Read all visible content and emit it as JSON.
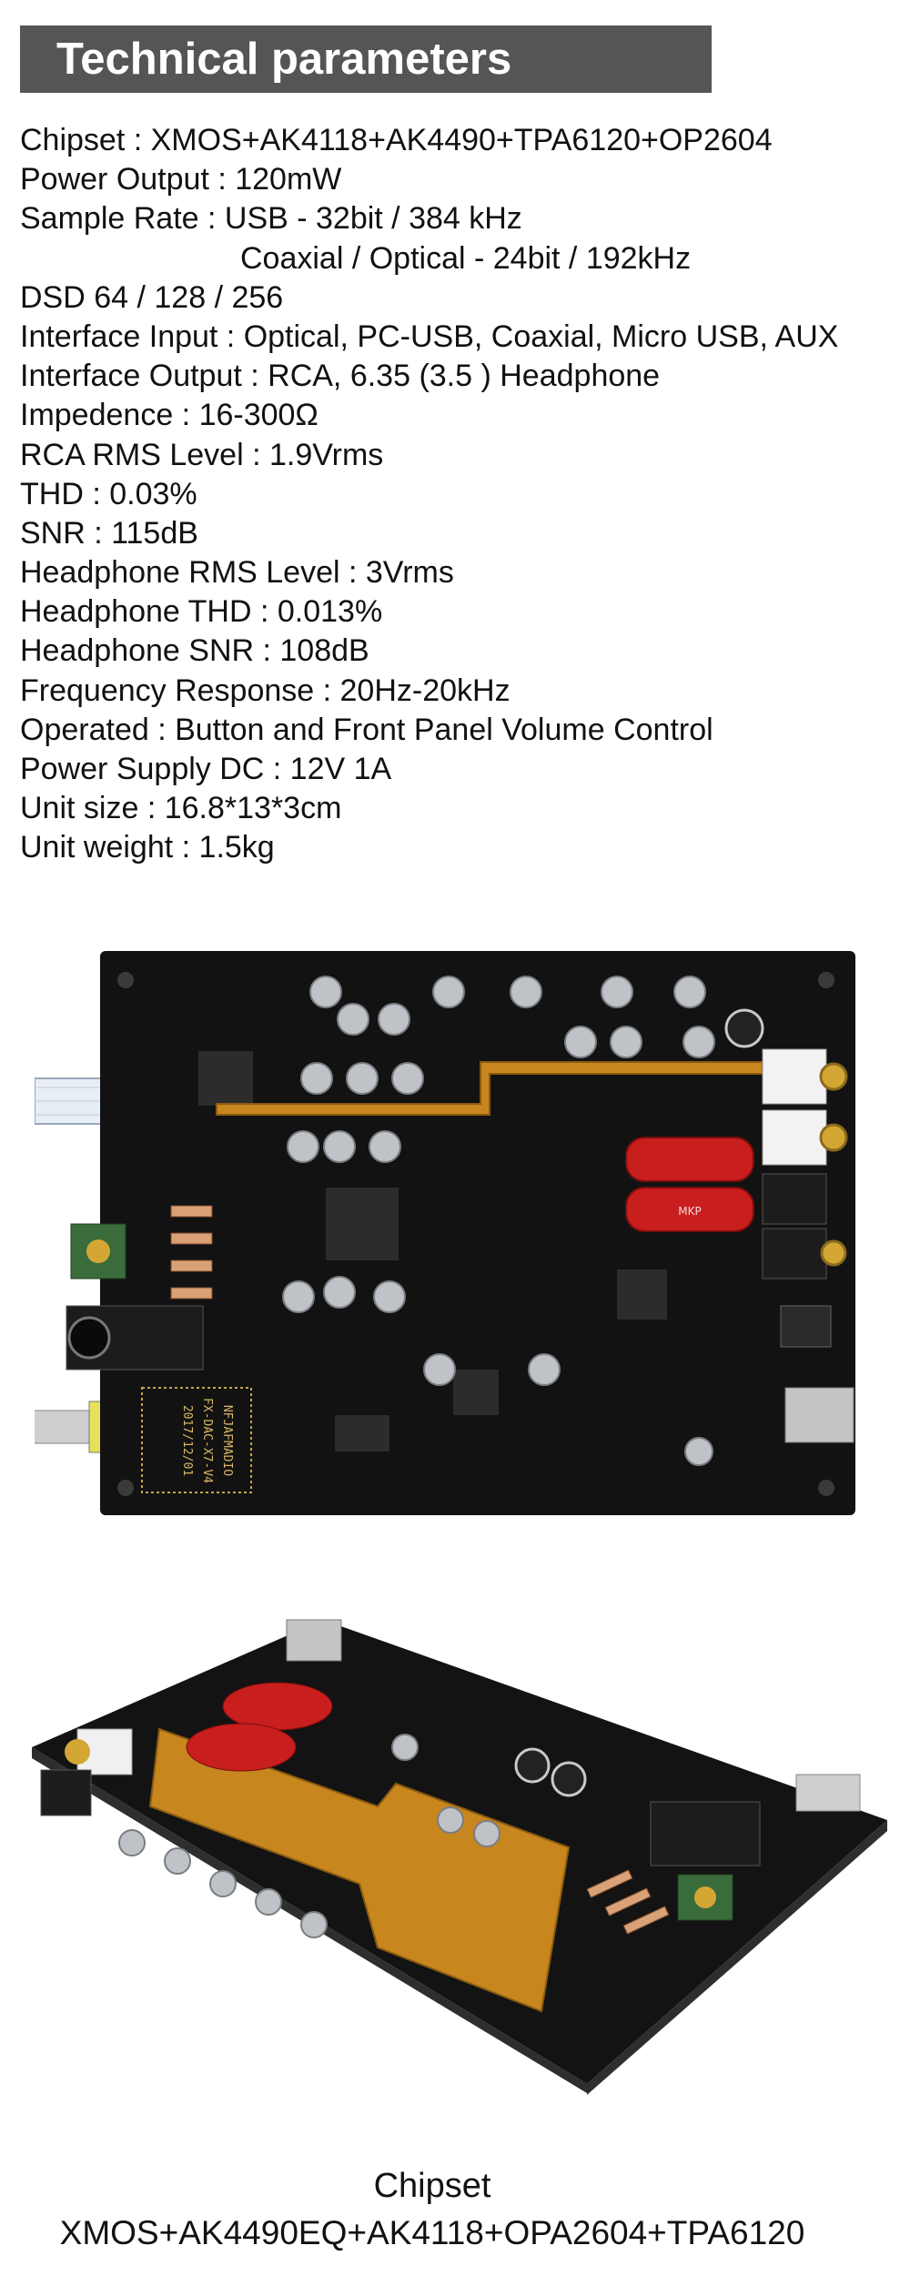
{
  "header": {
    "title": "Technical parameters"
  },
  "specs": [
    "Chipset : XMOS+AK4118+AK4490+TPA6120+OP2604",
    "Power Output : 120mW",
    "Sample Rate : USB - 32bit / 384 kHz",
    "Coaxial / Optical - 24bit / 192kHz",
    "DSD 64 / 128 / 256",
    "Interface Input : Optical, PC-USB, Coaxial, Micro USB, AUX",
    "Interface Output : RCA, 6.35 (3.5 )  Headphone",
    "Impedence : 16-300Ω",
    "RCA RMS Level : 1.9Vrms",
    "THD : 0.03%",
    "SNR : 115dB",
    "Headphone RMS Level : 3Vrms",
    "Headphone THD : 0.013%",
    "Headphone SNR : 108dB",
    "Frequency Response : 20Hz-20kHz",
    "Operated : Button and Front Panel Volume Control",
    "Power Supply DC : 12V 1A",
    "Unit size : 16.8*13*3cm",
    "Unit weight : 1.5kg"
  ],
  "board_labels": {
    "silkscreen_model": "NFJAFMADIO",
    "silkscreen_part": "FX-DAC-X7-V4",
    "silkscreen_date": "2017/12/01",
    "cap_text": "MKP"
  },
  "caption": {
    "title": "Chipset",
    "chips": "XMOS+AK4490EQ+AK4118+OPA2604+TPA6120"
  },
  "colors": {
    "header_bg": "#555555",
    "pcb": "#121212",
    "copper_shield": "#c8861f",
    "film_cap_red": "#c81e1e"
  }
}
